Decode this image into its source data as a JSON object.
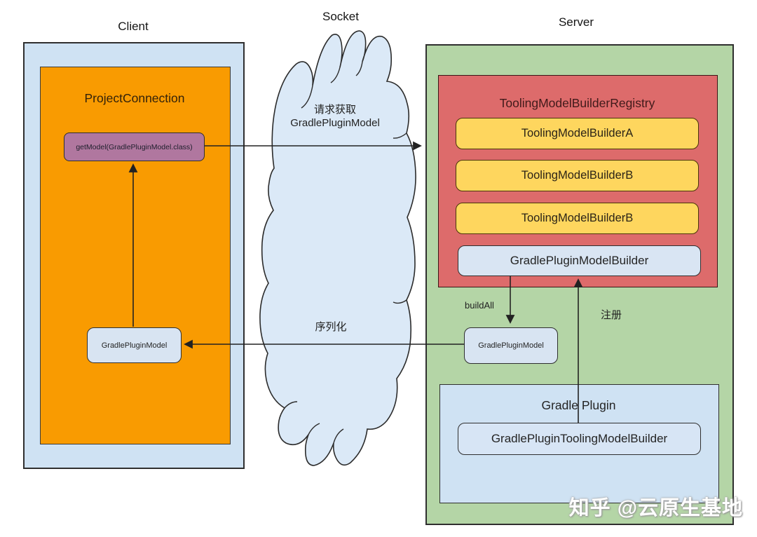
{
  "titles": {
    "client": "Client",
    "socket": "Socket",
    "server": "Server"
  },
  "client": {
    "project_connection": "ProjectConnection",
    "get_model_call": "getModel(GradlePluginModel.class)",
    "gradle_plugin_model": "GradlePluginModel"
  },
  "socket_cloud": {
    "request_label": "请求获取",
    "request_target": "GradlePluginModel",
    "serialize_label": "序列化"
  },
  "server": {
    "registry_title": "ToolingModelBuilderRegistry",
    "builders": [
      "ToolingModelBuilderA",
      "ToolingModelBuilderB",
      "ToolingModelBuilderB"
    ],
    "gradle_plugin_model_builder": "GradlePluginModelBuilder",
    "build_all_label": "buildAll",
    "gradle_plugin_model": "GradlePluginModel",
    "register_label": "注册",
    "gradle_plugin_title": "Gradle Plugin",
    "tooling_model_builder": "GradlePluginToolingModelBuilder"
  },
  "watermark": "知乎 @云原生基地",
  "colors": {
    "client_panel": "#cfe2f3",
    "project_connection_orange": "#f99b01",
    "get_model_mauve": "#b0779f",
    "small_box_blue": "#d8e4f2",
    "server_panel_green": "#b4d5a6",
    "registry_red": "#dd6b6b",
    "builder_yellow": "#fed65e",
    "builder_blue": "#d9e5f3",
    "cloud_blue": "#dbe9f7",
    "line": "#222222"
  }
}
